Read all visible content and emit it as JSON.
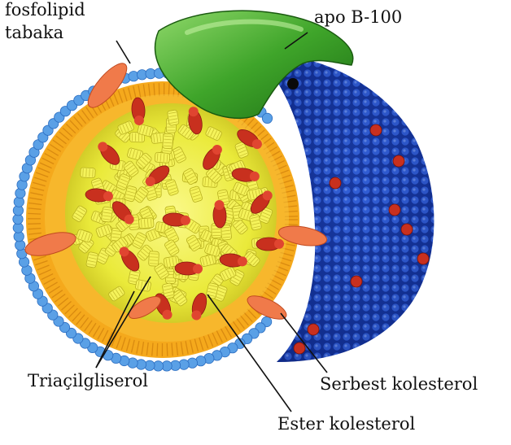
{
  "labels": {
    "phospholipid_line1": "fosfolipid",
    "phospholipid_line2": "tabaka",
    "apo": "apo B-100",
    "triacylglycerol": "Triaçilgliserol",
    "free_cholesterol": "Serbest kolesterol",
    "ester_cholesterol": "Ester kolesterol"
  },
  "colors": {
    "phospholipid_heads": "#5aa0e6",
    "phospholipid_tails": "#f0b020",
    "core_lipids": "#f2f04a",
    "cholesterol": "#c8301e",
    "free_cholesterol": "#f07a4a",
    "outer_surface": "#1a3da8",
    "apo_protein": "#3fa52a"
  }
}
